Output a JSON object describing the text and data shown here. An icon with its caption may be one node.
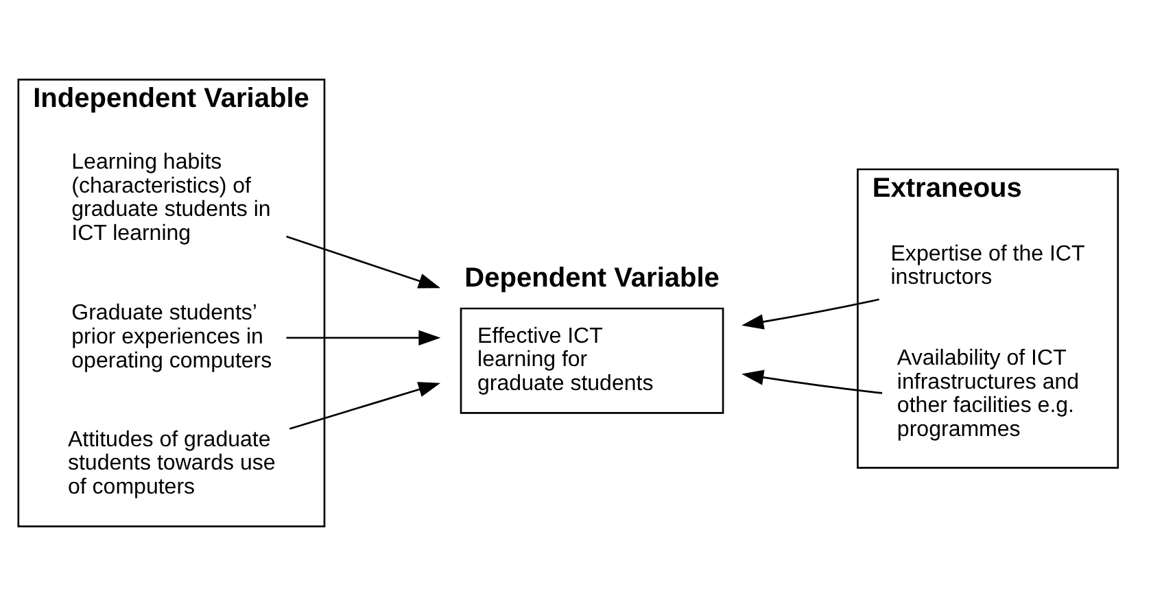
{
  "diagram": {
    "nodes": [
      {
        "text": [
          "Independent Variable"
        ]
      },
      {
        "text": [
          "Learning habits (characteristics) of graduate students in ICT learning"
        ],
        "in": 0
      },
      {
        "text": [
          "Graduate students’ prior experiences in operating computers"
        ],
        "in": 0
      },
      {
        "text": [
          "Attitudes of graduate students towards use of computers"
        ],
        "in": 0
      },
      {
        "text": [
          "Dependent Variable",
          "Effective ICT learning for graduate students"
        ]
      },
      {
        "text": [
          "Extraneous"
        ]
      },
      {
        "text": [
          "Expertise of the ICT instructors"
        ],
        "in": 5
      },
      {
        "text": [
          "Availability of ICT infrastructures and other facilities e.g. programmes"
        ],
        "in": 5
      }
    ],
    "edges": [
      {
        "from": 1,
        "to": 4,
        "arrow": "to"
      },
      {
        "from": 2,
        "to": 4,
        "arrow": "to"
      },
      {
        "from": 3,
        "to": 4,
        "arrow": "to"
      },
      {
        "from": 6,
        "to": 4,
        "arrow": "to"
      },
      {
        "from": 7,
        "to": 4,
        "arrow": "to"
      }
    ]
  }
}
